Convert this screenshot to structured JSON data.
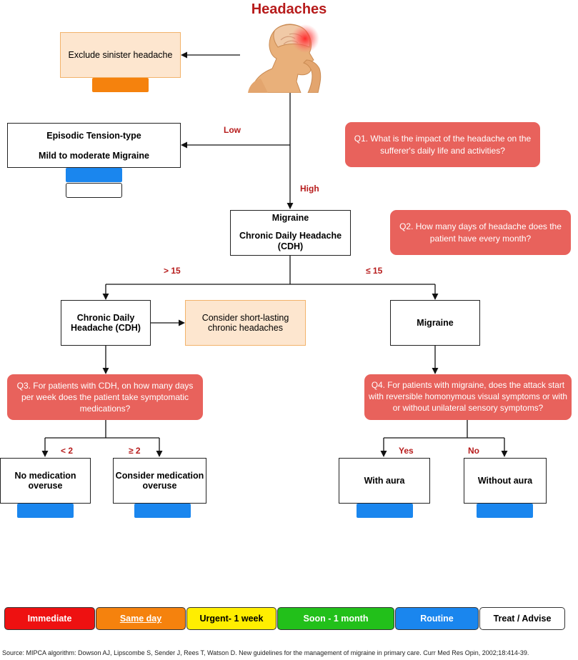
{
  "title": "Headaches",
  "nodes": {
    "exclude": "Exclude sinister headache",
    "episodic_line1": "Episodic Tension-type",
    "episodic_line2": "Mild to moderate Migraine",
    "migraine_cdh_line1": "Migraine",
    "migraine_cdh_line2": "Chronic Daily Headache (CDH)",
    "cdh": "Chronic Daily Headache (CDH)",
    "short_lasting": "Consider short-lasting chronic headaches",
    "migraine": "Migraine",
    "no_overuse": "No medication overuse",
    "consider_overuse": "Consider medication overuse",
    "with_aura": "With aura",
    "without_aura": "Without aura"
  },
  "questions": {
    "q1": "Q1. What is the impact of the headache on the sufferer's daily life and activities?",
    "q2": "Q2. How many days of headache does the patient have every month?",
    "q3": "Q3. For patients with CDH, on how many days per week does the patient take symptomatic medications?",
    "q4": "Q4. For patients with migraine, does the attack start with reversible homonymous visual symptoms or with or without unilateral sensory symptoms?"
  },
  "edge_labels": {
    "low": "Low",
    "high": "High",
    "gt15": "> 15",
    "le15": "≤ 15",
    "lt2": "< 2",
    "ge2": "≥ 2",
    "yes": "Yes",
    "no": "No"
  },
  "legend": [
    {
      "label": "Immediate",
      "color": "#ee1111",
      "text_color": "#ffffff"
    },
    {
      "label": "Same day",
      "color": "#f5820d",
      "text_color": "#ffffff"
    },
    {
      "label": "Urgent- 1 week",
      "color": "#ffee00",
      "text_color": "#000000"
    },
    {
      "label": "Soon - 1 month",
      "color": "#22c01a",
      "text_color": "#ffffff"
    },
    {
      "label": "Routine",
      "color": "#1a86ee",
      "text_color": "#ffffff"
    },
    {
      "label": "Treat / Advise",
      "color": "#ffffff",
      "text_color": "#000000"
    }
  ],
  "source": "Source: MIPCA algorithm: Dowson AJ, Lipscombe S, Sender J, Rees T, Watson D. New guidelines for the management of migraine in primary care. Curr Med Res Opin, 2002;18:414-39."
}
